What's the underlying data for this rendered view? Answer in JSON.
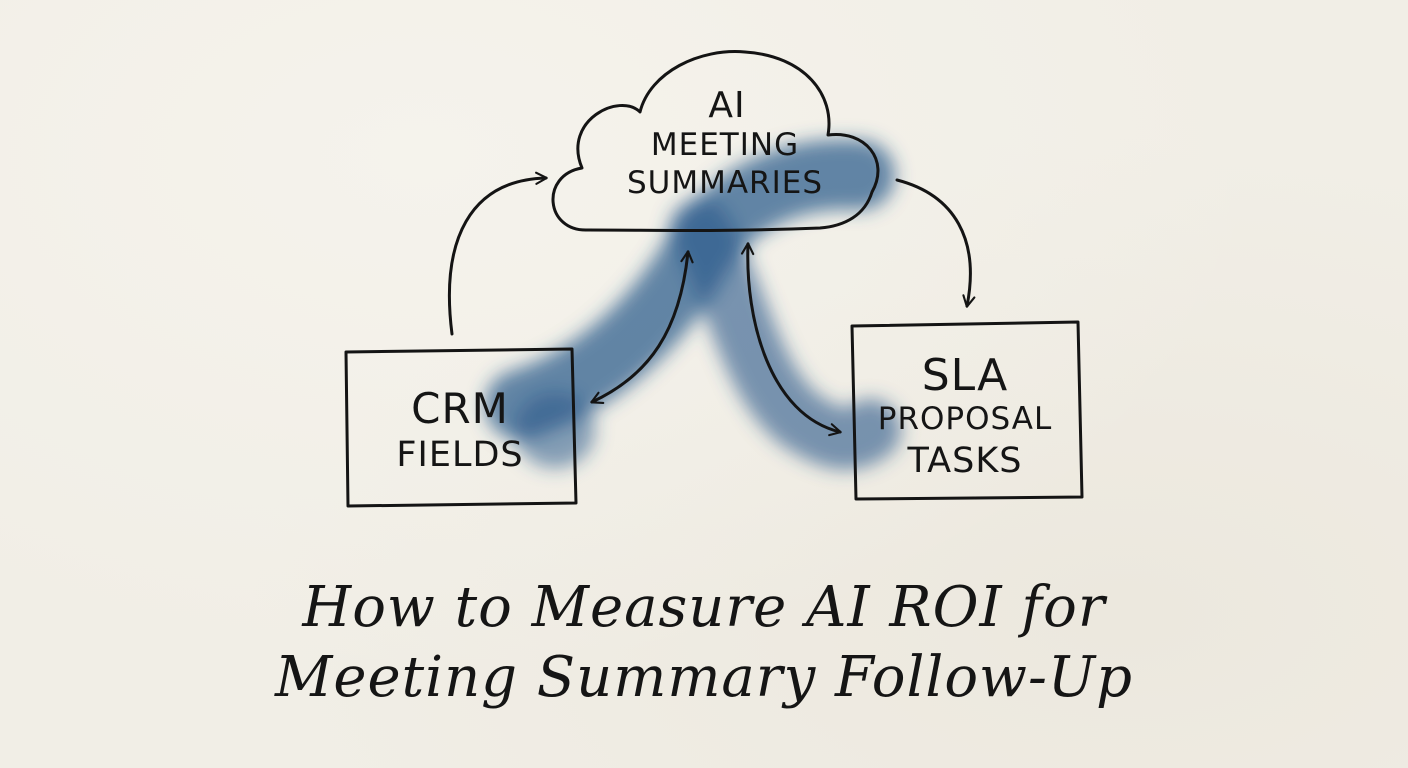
{
  "diagram": {
    "cloud": {
      "line1": "AI",
      "line2": "MEETING",
      "line3": "SUMMARIES"
    },
    "left_box": {
      "line1": "CRM",
      "line2": "FIELDS"
    },
    "right_box": {
      "line1": "SLA",
      "line2": "PROPOSAL",
      "line3": "TASKS"
    },
    "accent_color": "#2b5a8a"
  },
  "title": {
    "line1": "How to Measure AI ROI for",
    "line2": "Meeting Summary Follow-Up"
  }
}
